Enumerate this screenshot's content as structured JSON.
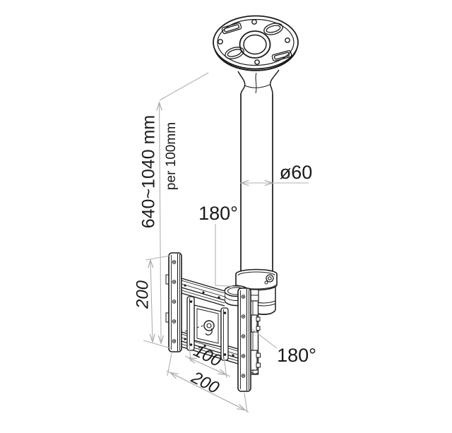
{
  "diagram": {
    "kind": "technical-line-drawing",
    "parts": [
      "ceiling-plate",
      "mounting-pole",
      "height-clamp-collar",
      "swivel-joint",
      "vesa-bracket"
    ]
  },
  "labels": {
    "height_range": "640~1040 mm",
    "height_step": "per 100mm",
    "pole_diameter": "ø60",
    "swivel_upper": "180°",
    "swivel_lower": "180°",
    "bracket_height": "200",
    "hole_spacing_inner": "100",
    "bracket_width": "200"
  },
  "colors": {
    "background": "#ffffff",
    "line": "#1c1c1c",
    "dimension_line": "#b0b0b0",
    "text": "#1a1a1a"
  }
}
